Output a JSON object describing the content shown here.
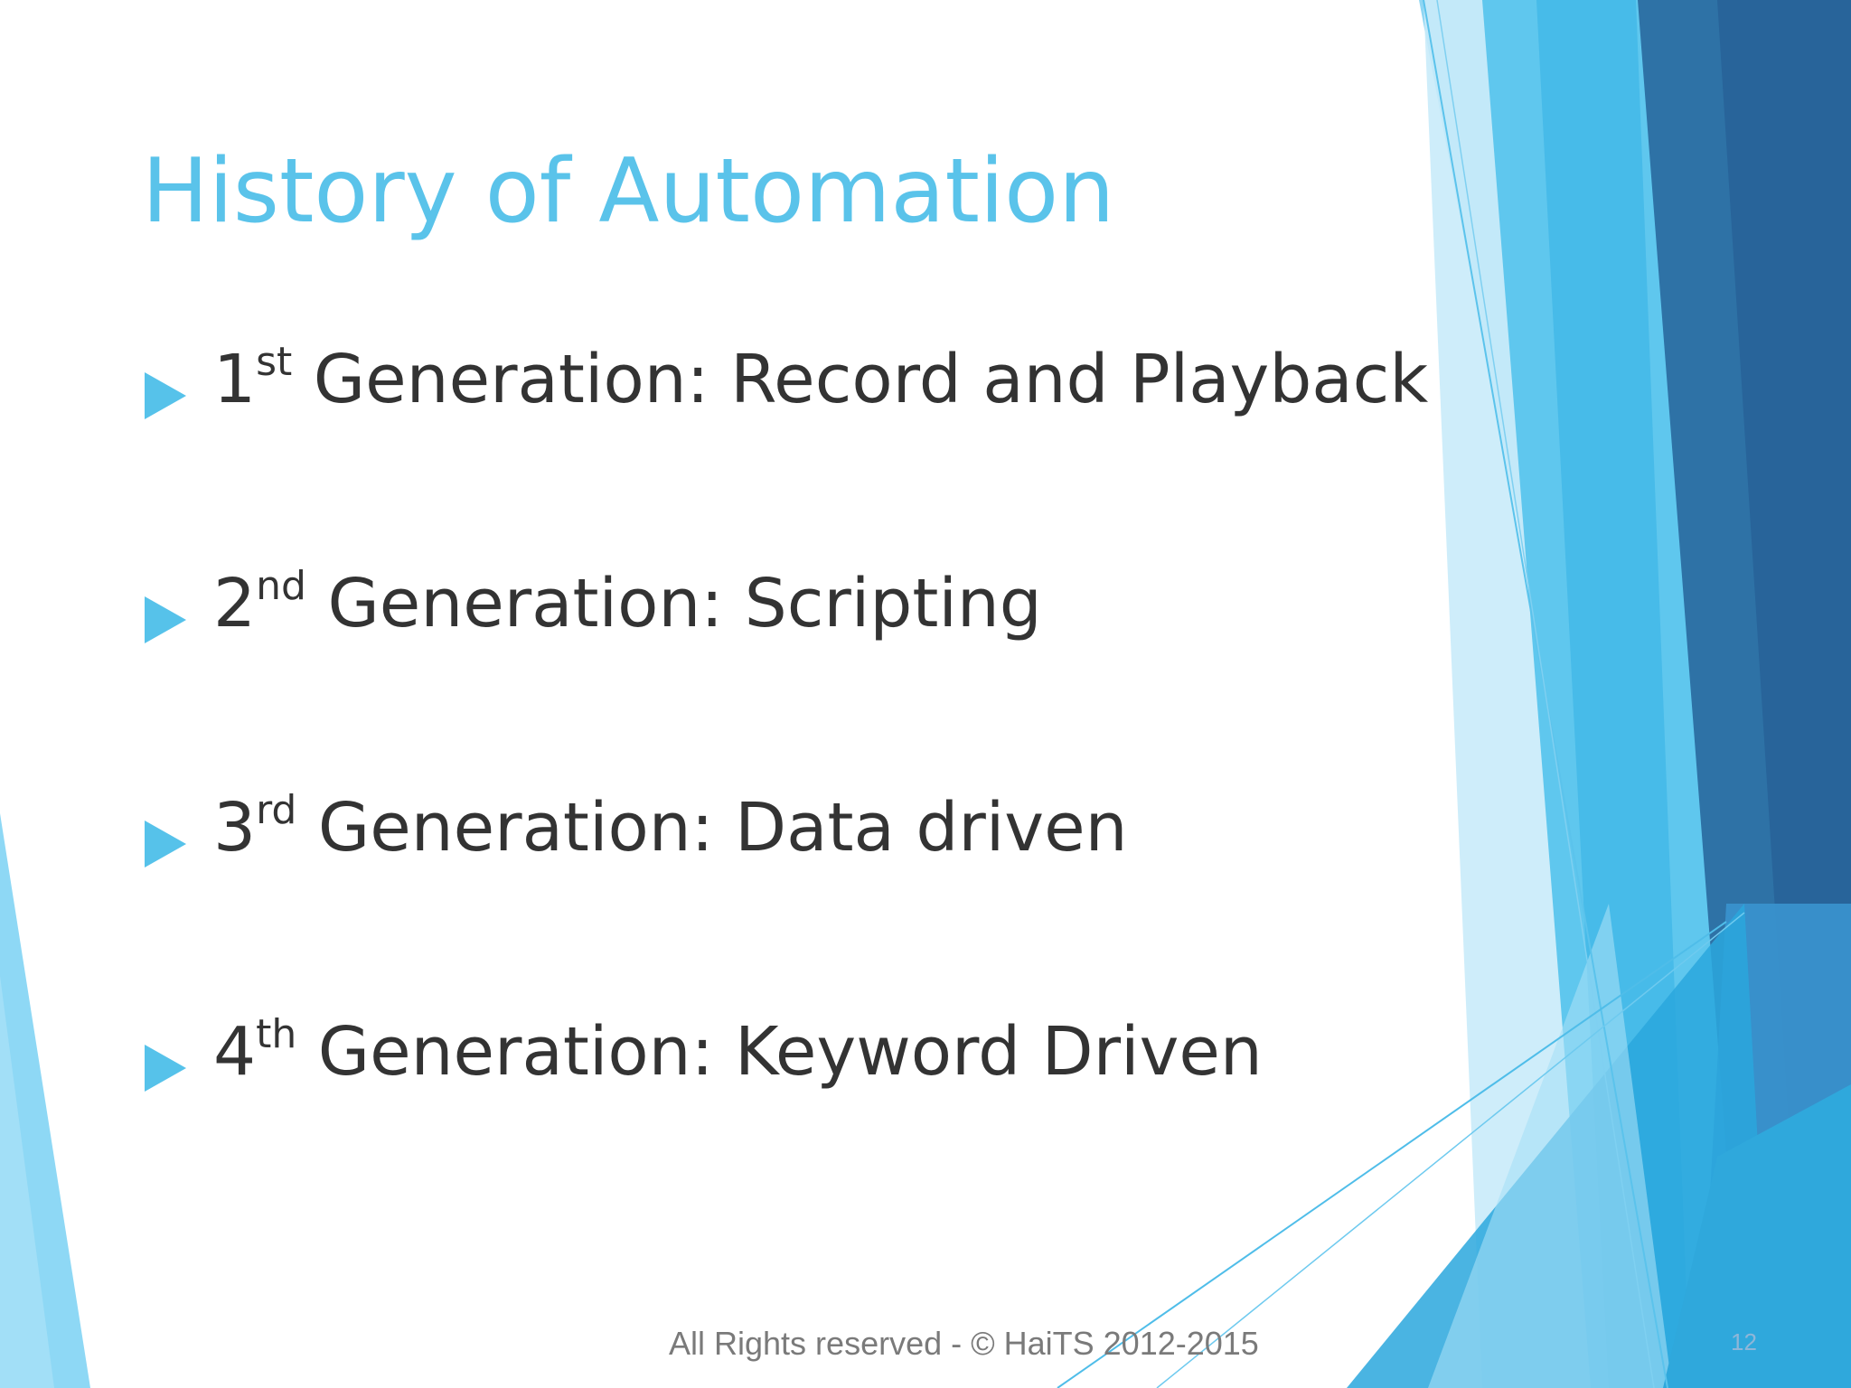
{
  "slide": {
    "title": "History of Automation",
    "bullets": [
      {
        "number": "1",
        "ordinal": "st",
        "text": " Generation: Record and Playback"
      },
      {
        "number": "2",
        "ordinal": "nd",
        "text": " Generation: Scripting"
      },
      {
        "number": "3",
        "ordinal": "rd",
        "text": " Generation: Data driven"
      },
      {
        "number": "4",
        "ordinal": "th",
        "text": " Generation: Keyword Driven"
      }
    ],
    "footer": "All Rights reserved -  © HaiTS 2012-2015",
    "page_number": "12"
  },
  "colors": {
    "title": "#5ac3ea",
    "bullet_arrow": "#56c2ea",
    "body_text": "#333333",
    "accent_light": "#8ed8f5",
    "accent_mid": "#3cb4e5",
    "accent_dark": "#2a6a9e"
  },
  "icons": {
    "bullet": "triangle-right-icon"
  }
}
